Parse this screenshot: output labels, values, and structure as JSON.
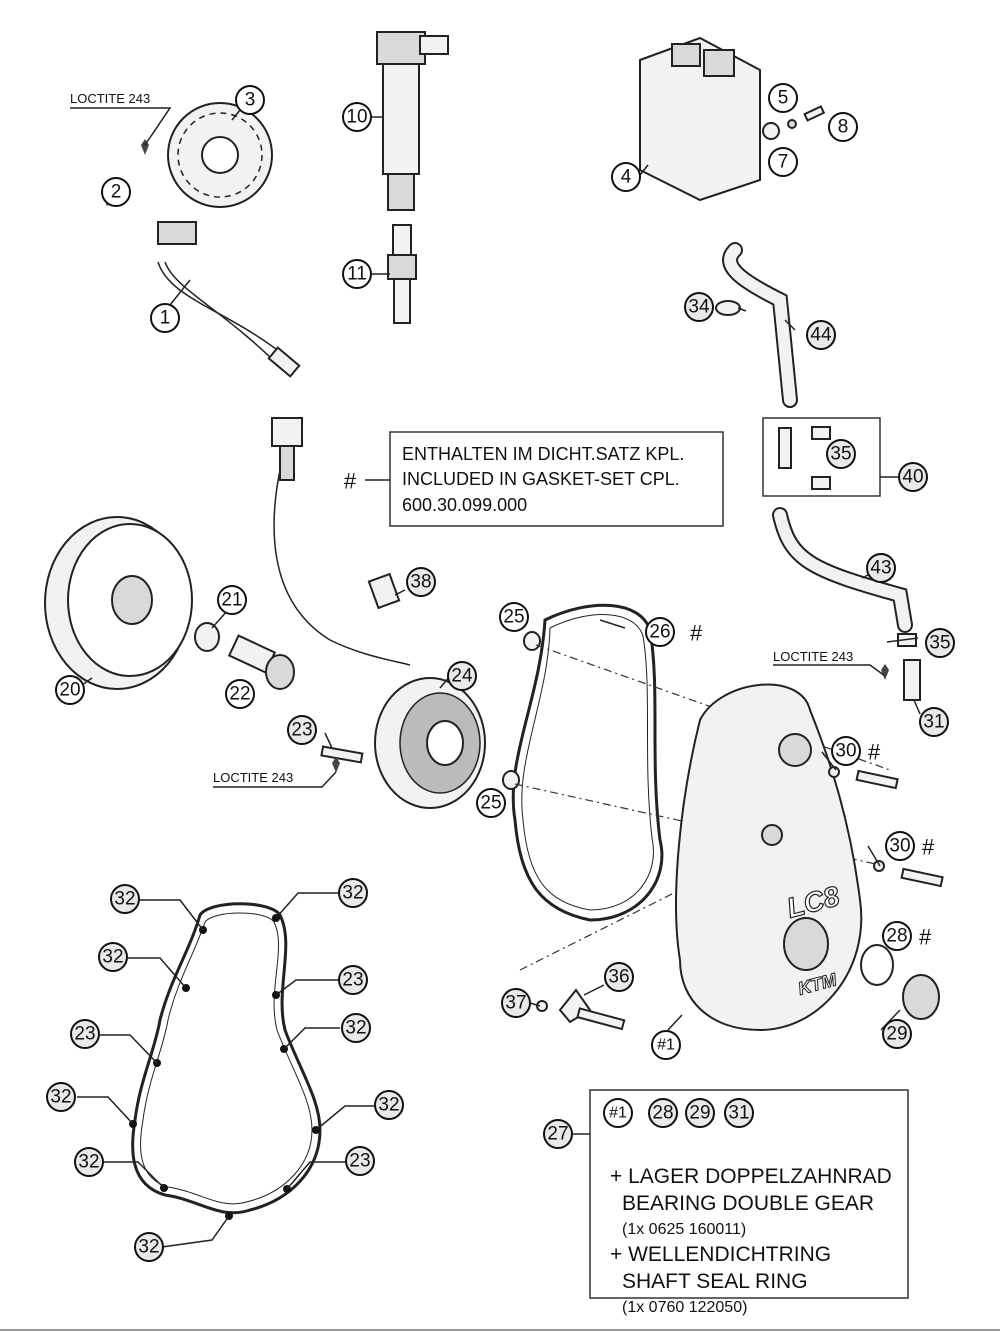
{
  "loctite_label": "LOCTITE 243",
  "hash_symbol": "#",
  "gasket_note": {
    "line1": "ENTHALTEN IM DICHT.SATZ KPL.",
    "line2": "INCLUDED IN GASKET-SET CPL.",
    "line3": "600.30.099.000"
  },
  "kit_note": {
    "ref_label": "27",
    "items": [
      "#1",
      "28",
      "29",
      "31"
    ],
    "line1": "+ LAGER DOPPELZAHNRAD",
    "line2": "BEARING DOUBLE GEAR",
    "line3": "(1x 0625 160011)",
    "line4": "+ WELLENDICHTRING",
    "line5": "SHAFT SEAL RING",
    "line6": "(1x 0760 122050)"
  },
  "part_labels": {
    "p1": "1",
    "p2": "2",
    "p3": "3",
    "p4": "4",
    "p5": "5",
    "p7": "7",
    "p8": "8",
    "p10": "10",
    "p11": "11",
    "p20": "20",
    "p21": "21",
    "p22": "22",
    "p23": "23",
    "p24": "24",
    "p25": "25",
    "p26": "26",
    "p28": "28",
    "p29": "29",
    "p30": "30",
    "p31": "31",
    "p32": "32",
    "p34": "34",
    "p35": "35",
    "p36": "36",
    "p37": "37",
    "p38": "38",
    "p40": "40",
    "p43": "43",
    "p44": "44",
    "ph1": "#1"
  },
  "cover_logo": "LC8",
  "cover_brand": "KTM"
}
